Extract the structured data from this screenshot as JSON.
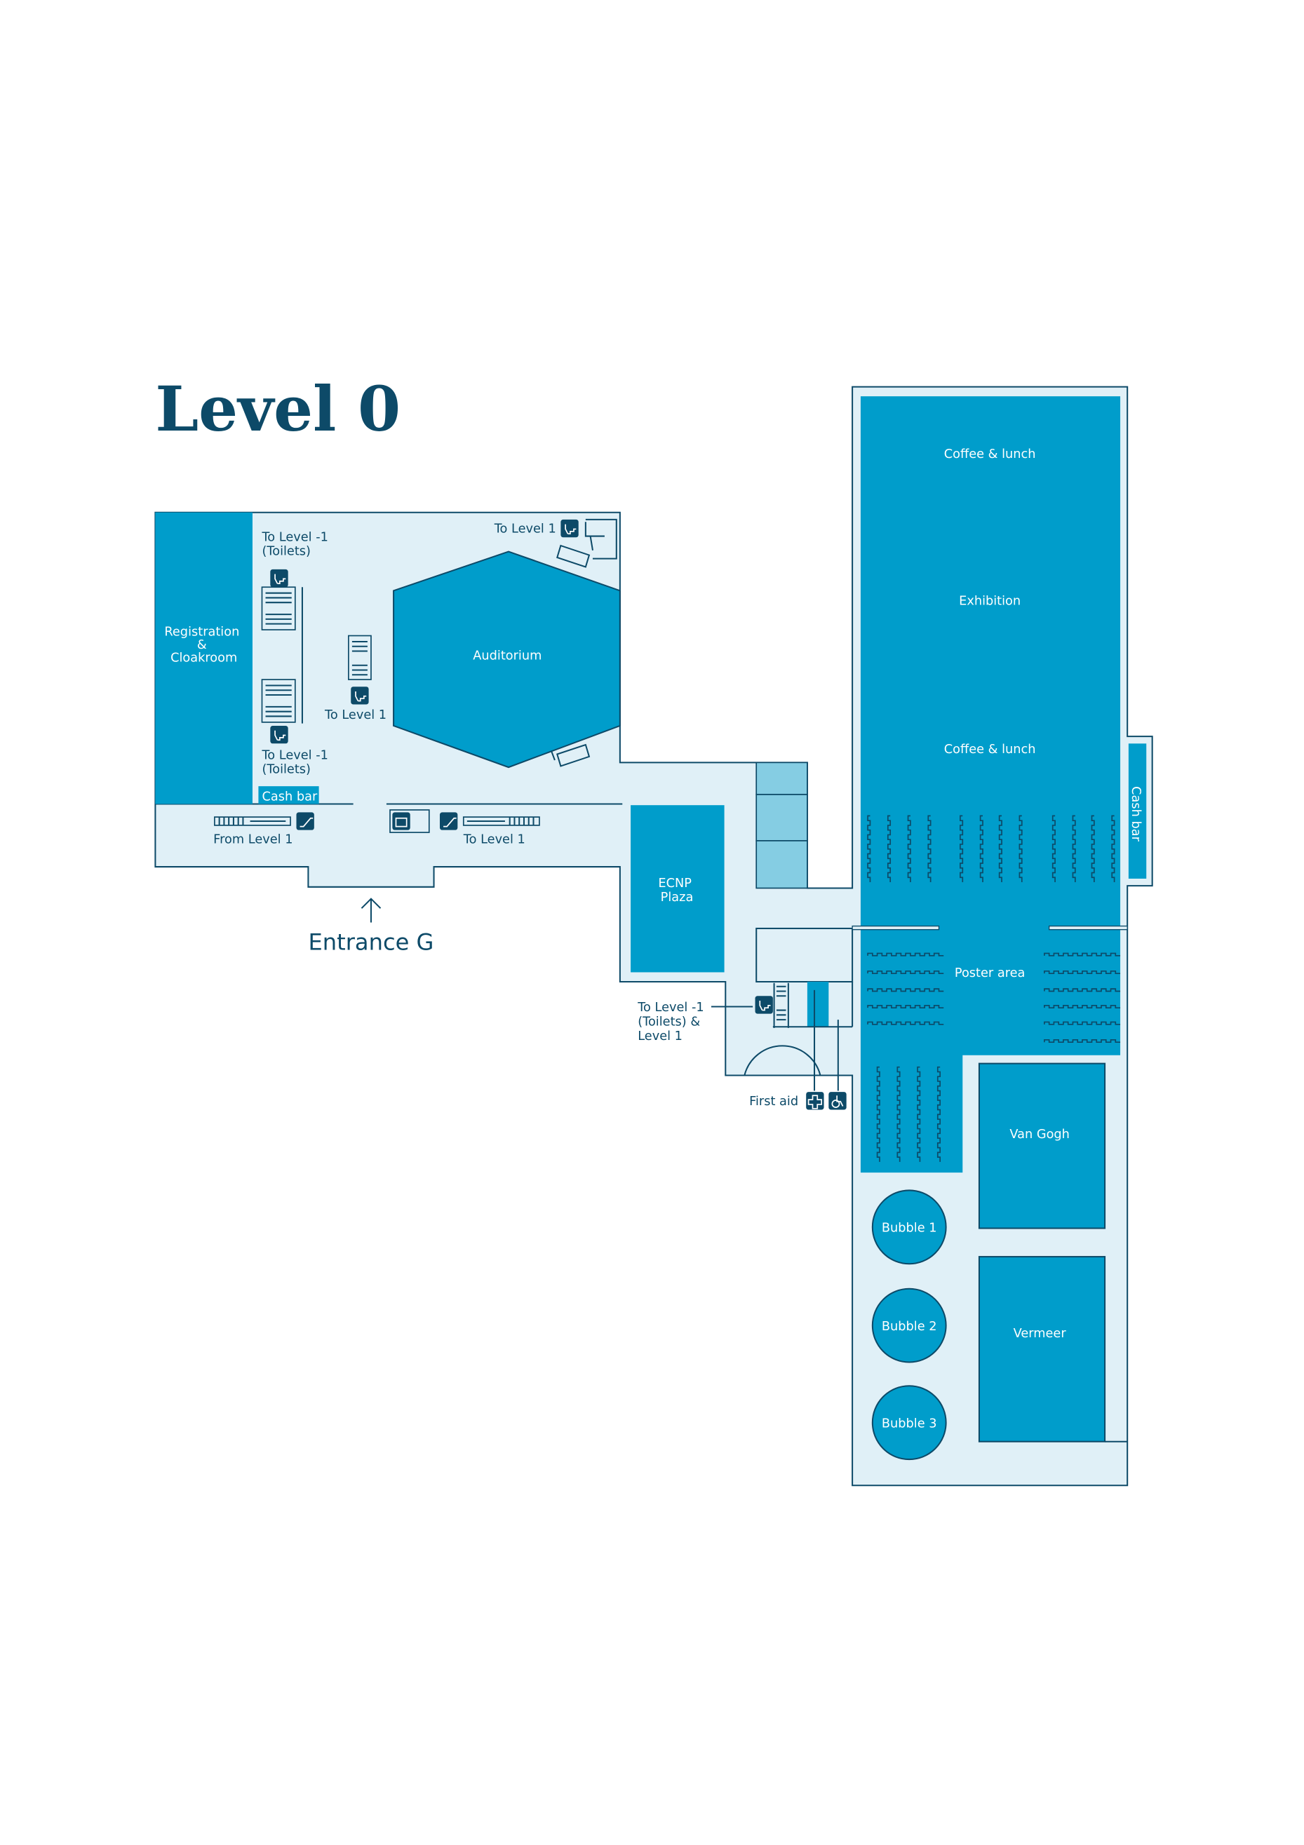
{
  "title": "Level 0",
  "colors": {
    "navy": "#0d4a68",
    "room": "#009dcb",
    "floor": "#e0f0f7",
    "side_room": "#85cde3"
  },
  "rooms": {
    "registration": [
      "Registration",
      "&",
      "Cloakroom"
    ],
    "auditorium": "Auditorium",
    "cash_bar_left": "Cash bar",
    "ecnp_plaza": [
      "ECNP",
      "Plaza"
    ],
    "coffee_lunch_top": "Coffee & lunch",
    "exhibition": "Exhibition",
    "coffee_lunch_bottom": "Coffee & lunch",
    "cash_bar_right": "Cash bar",
    "poster_area": "Poster area",
    "van_gogh": "Van Gogh",
    "vermeer": "Vermeer",
    "bubble1": "Bubble 1",
    "bubble2": "Bubble 2",
    "bubble3": "Bubble 3"
  },
  "labels": {
    "to_level_m1_top": [
      "To Level -1",
      "(Toilets)"
    ],
    "to_level_m1_bottom": [
      "To Level -1",
      "(Toilets)"
    ],
    "to_level1_top": "To Level 1",
    "to_level1_mid": "To Level 1",
    "from_level1": "From Level 1",
    "to_level1_escalator": "To Level 1",
    "to_level_m1_right": [
      "To Level -1",
      "(Toilets) &",
      "Level 1"
    ],
    "first_aid": "First aid",
    "entrance": "Entrance G"
  },
  "icons": [
    "stairs-icon",
    "escalator-icon",
    "elevator-icon",
    "first-aid-icon",
    "wheelchair-icon",
    "arrow-up-icon"
  ]
}
